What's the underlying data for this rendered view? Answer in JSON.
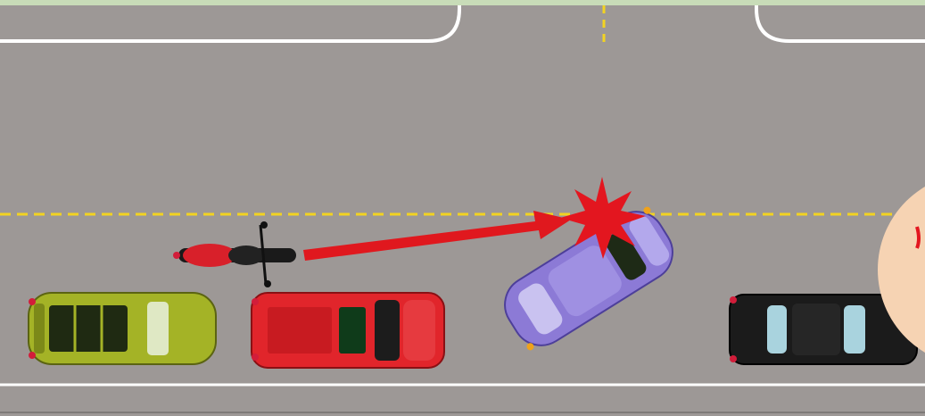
{
  "scene": {
    "colors": {
      "road": "#9d9896",
      "frame": "#c8dcb8",
      "lane_line_white": "#ffffff",
      "center_line_yellow": "#f2d321",
      "arrow_red": "#e0181e",
      "impact_red": "#e3161f",
      "callout_fill": "#f6d3b3"
    },
    "vehicles": [
      {
        "name": "green-suv",
        "color": "#a4b326"
      },
      {
        "name": "red-suv",
        "color": "#e1252b"
      },
      {
        "name": "purple-car",
        "color": "#8c7ad6"
      },
      {
        "name": "black-sedan",
        "color": "#1b1b1b"
      },
      {
        "name": "motorcycle",
        "color": "#d8202a"
      }
    ],
    "icons": [
      "impact-starburst-icon",
      "red-arrow-icon"
    ]
  }
}
